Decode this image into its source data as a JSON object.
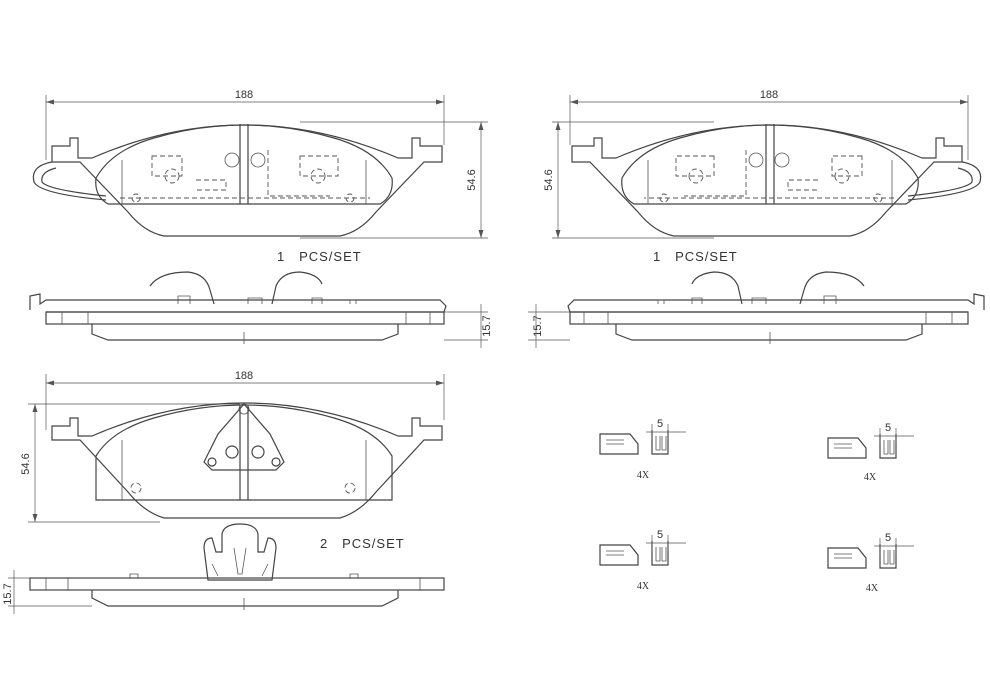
{
  "pad_views": [
    {
      "width_label": "188",
      "height_label": "54.6",
      "thickness_label": "15.7",
      "quantity_label": "1   PCS/SET"
    },
    {
      "width_label": "188",
      "height_label": "54.6",
      "thickness_label": "15.7",
      "quantity_label": "1   PCS/SET"
    },
    {
      "width_label": "188",
      "height_label": "54.6",
      "thickness_label": "15.7",
      "quantity_label": "2   PCS/SET"
    }
  ],
  "clips": [
    {
      "gap_label": "5",
      "count_label": "4X"
    },
    {
      "gap_label": "5",
      "count_label": "4X"
    },
    {
      "gap_label": "5",
      "count_label": "4X"
    },
    {
      "gap_label": "5",
      "count_label": "4X"
    }
  ]
}
